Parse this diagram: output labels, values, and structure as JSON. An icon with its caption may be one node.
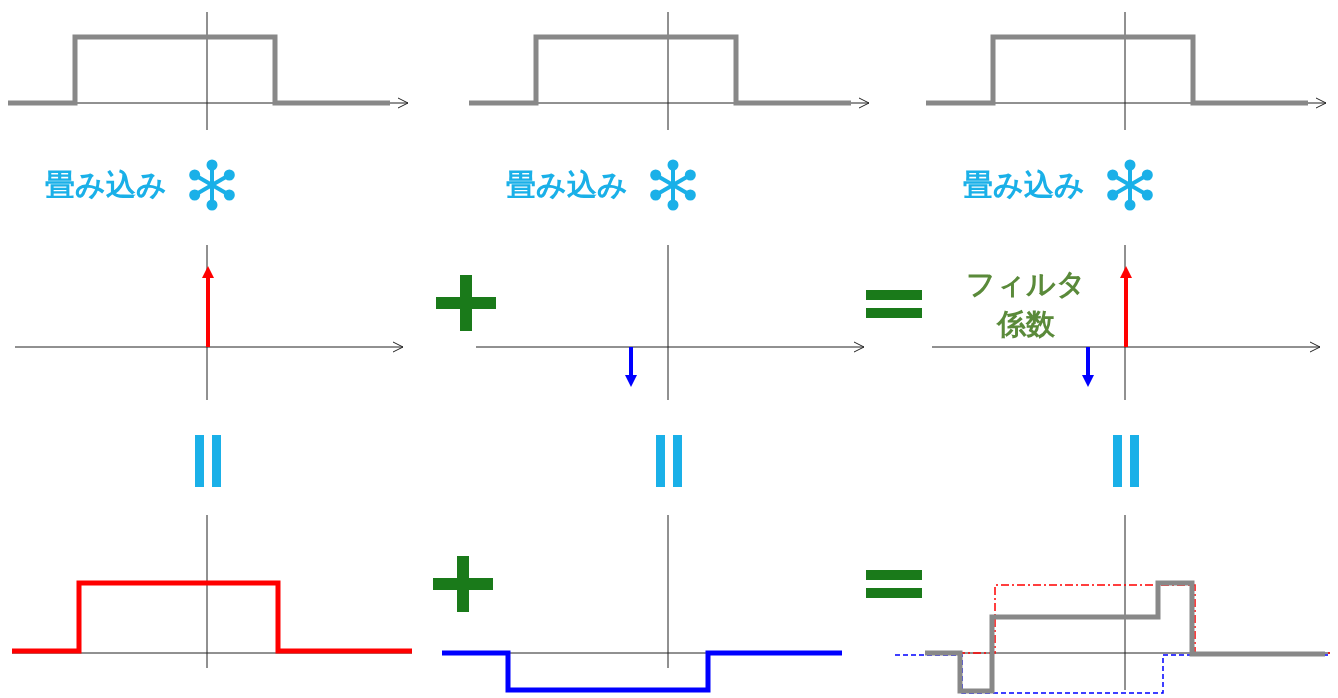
{
  "diagram": {
    "labels": [
      "畳み込み",
      "畳み込み",
      "畳み込み",
      "フィルタ係数"
    ]
  }
}
